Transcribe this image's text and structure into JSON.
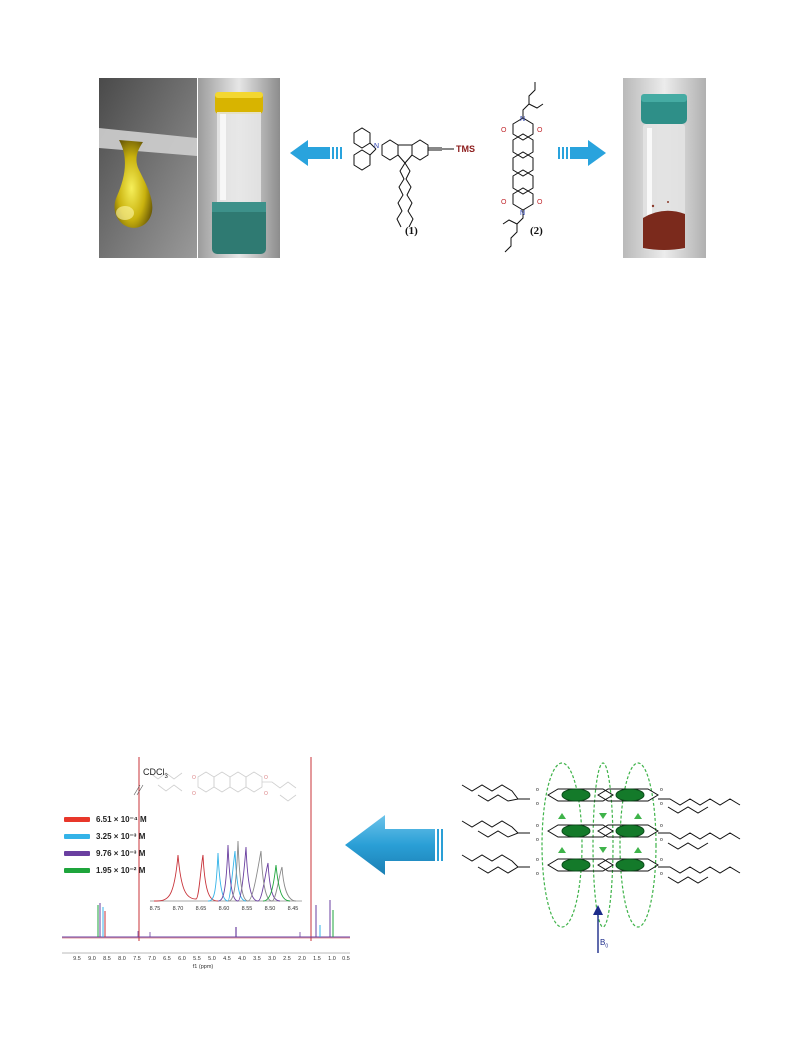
{
  "top_panel": {
    "compound_1_label": "(1)",
    "compound_2_label": "(2)",
    "tms_label": "TMS",
    "arrow_color": "#29a3dd"
  },
  "bottom_panel": {
    "solvent_label": "CDCl",
    "solvent_subscript": "3",
    "b0_label": "B",
    "b0_subscript": "0",
    "arrow_color": "#2a9fd6",
    "legend": [
      {
        "label": "6.51 × 10⁻⁴ M",
        "color": "#e8372a"
      },
      {
        "label": "3.25 × 10⁻³ M",
        "color": "#34b3e8"
      },
      {
        "label": "9.76 × 10⁻³ M",
        "color": "#6a3fa0"
      },
      {
        "label": "1.95 × 10⁻² M",
        "color": "#1ea53c"
      }
    ],
    "inset_ticks": [
      "8.75",
      "8.70",
      "8.65",
      "8.60",
      "8.55",
      "8.50",
      "8.45"
    ],
    "main_ticks": [
      "9.5",
      "9.0",
      "8.5",
      "8.0",
      "7.5",
      "7.0",
      "6.5",
      "6.0",
      "5.5",
      "5.0",
      "4.5",
      "4.0",
      "3.5",
      "3.0",
      "2.5",
      "2.0",
      "1.5",
      "1.0",
      "0.5"
    ],
    "axis_label": "f1 (ppm)"
  }
}
